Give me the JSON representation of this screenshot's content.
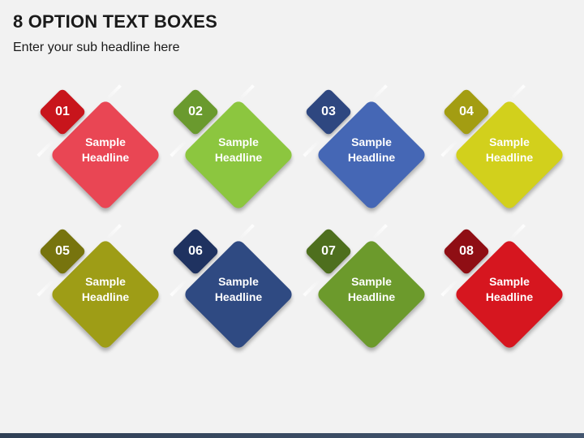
{
  "header": {
    "title": "8 OPTION TEXT BOXES",
    "subtitle": "Enter your sub headline here"
  },
  "options": [
    {
      "number": "01",
      "line1": "Sample",
      "line2": "Headline",
      "main_color": "#e94654",
      "badge_color": "#c8151c"
    },
    {
      "number": "02",
      "line1": "Sample",
      "line2": "Headline",
      "main_color": "#8cc63f",
      "badge_color": "#6a9a2e"
    },
    {
      "number": "03",
      "line1": "Sample",
      "line2": "Headline",
      "main_color": "#4567b5",
      "badge_color": "#2e4780"
    },
    {
      "number": "04",
      "line1": "Sample",
      "line2": "Headline",
      "main_color": "#d2d01c",
      "badge_color": "#a39d12"
    },
    {
      "number": "05",
      "line1": "Sample",
      "line2": "Headline",
      "main_color": "#9e9d16",
      "badge_color": "#77740e"
    },
    {
      "number": "06",
      "line1": "Sample",
      "line2": "Headline",
      "main_color": "#2f4a82",
      "badge_color": "#1f3260"
    },
    {
      "number": "07",
      "line1": "Sample",
      "line2": "Headline",
      "main_color": "#6c9a2c",
      "badge_color": "#4e6f1e"
    },
    {
      "number": "08",
      "line1": "Sample",
      "line2": "Headline",
      "main_color": "#d6161f",
      "badge_color": "#8f0e14"
    }
  ]
}
